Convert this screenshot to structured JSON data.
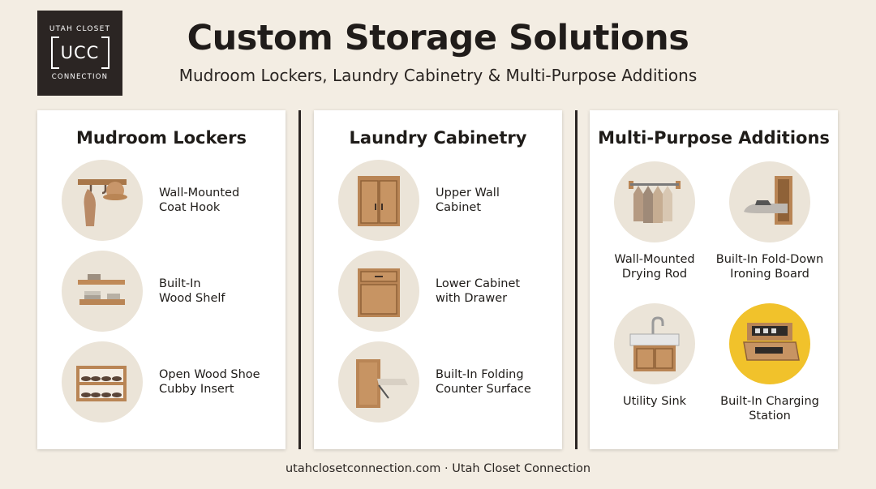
{
  "logo": {
    "top": "UTAH CLOSET",
    "mark": "UCC",
    "bottom": "CONNECTION"
  },
  "header": {
    "title": "Custom Storage Solutions",
    "subtitle": "Mudroom Lockers, Laundry Cabinetry & Multi-Purpose Additions"
  },
  "panels": [
    {
      "title": "Mudroom Lockers",
      "items": [
        {
          "label": "Wall-Mounted\nCoat Hook",
          "icon": "coat-hook-icon"
        },
        {
          "label": "Built-In\nWood Shelf",
          "icon": "wood-shelf-icon"
        },
        {
          "label": "Open Wood Shoe\nCubby Insert",
          "icon": "shoe-cubby-icon"
        }
      ]
    },
    {
      "title": "Laundry Cabinetry",
      "items": [
        {
          "label": "Upper Wall\nCabinet",
          "icon": "upper-cabinet-icon"
        },
        {
          "label": "Lower Cabinet\nwith Drawer",
          "icon": "lower-cabinet-icon"
        },
        {
          "label": "Built-In Folding\nCounter Surface",
          "icon": "folding-counter-icon"
        }
      ]
    },
    {
      "title": "Multi-Purpose Additions",
      "items": [
        {
          "label": "Wall-Mounted\nDrying Rod",
          "icon": "drying-rod-icon"
        },
        {
          "label": "Built-In Fold-Down\nIroning Board",
          "icon": "ironing-board-icon"
        },
        {
          "label": "Utility Sink",
          "icon": "utility-sink-icon"
        },
        {
          "label": "Built-In Charging\nStation",
          "icon": "charging-station-icon"
        }
      ]
    }
  ],
  "colors": {
    "background": "#f3ede3",
    "wood": "#b98555",
    "dark": "#2b2523",
    "accent": "#f1c22b"
  },
  "footer": {
    "text": "utahclosetconnection.com · Utah Closet Connection"
  }
}
